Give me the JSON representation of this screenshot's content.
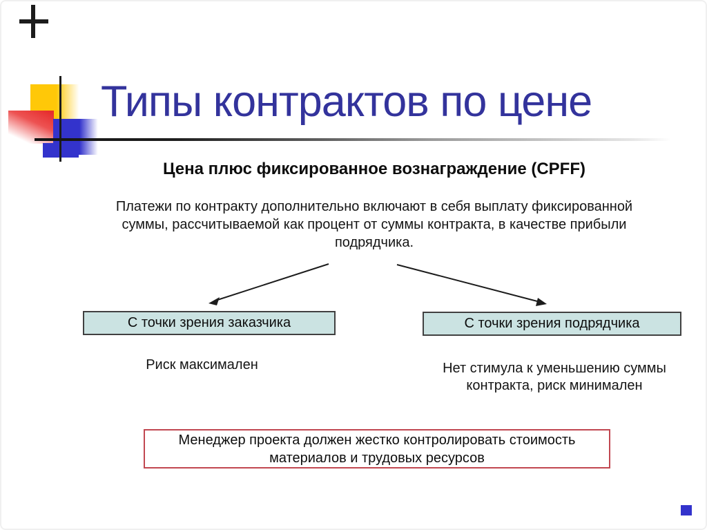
{
  "slide": {
    "title": "Типы контрактов по цене",
    "subtitle": "Цена плюс фиксированное вознаграждение (CPFF)",
    "paragraph_lines": [
      "Платежи по контракту дополнительно включают в себя выплату фиксированной",
      "суммы, рассчитываемой как процент от суммы контракта, в качестве прибыли",
      "подрядчика."
    ],
    "customer_box_label": "С точки зрения заказчика",
    "contractor_box_label": "С точки зрения подрядчика",
    "customer_note": "Риск максимален",
    "contractor_note_lines": [
      "Нет стимула к уменьшению суммы",
      "контракта,  риск минимален"
    ],
    "warning_lines": [
      "Менеджер проекта должен жестко контролировать стоимость",
      "материалов и трудовых ресурсов"
    ],
    "colors": {
      "title_blue": "#33339C",
      "accent_blue": "#3333CC",
      "accent_yellow": "#FFC808",
      "accent_red": "#E62E2E",
      "view_box_fill": "#CBE3E2",
      "view_box_border": "#404040",
      "warning_border": "#C14750",
      "text": "#111111"
    }
  }
}
